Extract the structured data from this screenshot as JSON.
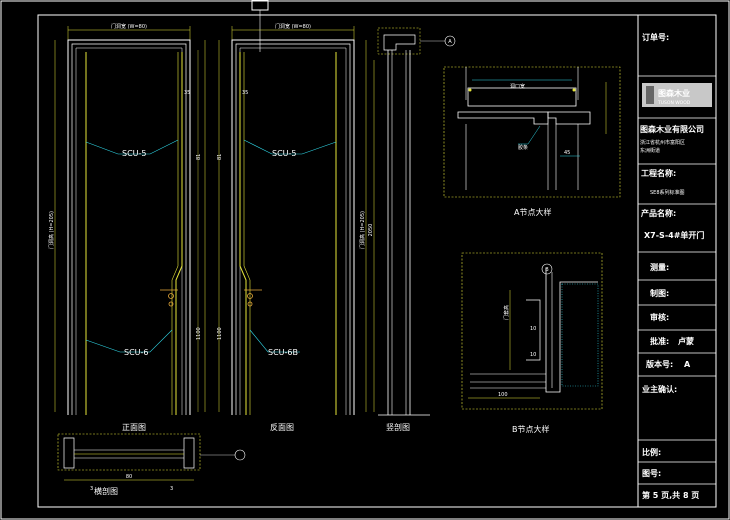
{
  "views": {
    "front": "正面图",
    "back": "反面图",
    "section": "竖剖图",
    "cross": "横剖图",
    "detail_a": "A节点大样",
    "detail_b": "B节点大样"
  },
  "callouts": {
    "scu5_left": "SCU-5",
    "scu5_right": "SCU-5",
    "scu6": "SCU-6",
    "scu6b": "SCU-6B",
    "marker_a": "A",
    "marker_b": "B",
    "detail_a_note": "胶条"
  },
  "dimensions": {
    "top_left": "门洞宽 (W=80)",
    "top_right": "门洞宽 (W=80)",
    "side_left": "门洞高 (H=205)",
    "side_right": "门洞高 (H=205)",
    "section_height": "2050",
    "cross_mid": "80",
    "cross_left": "3",
    "cross_right": "3"
  },
  "title_block": {
    "order_no": "订单号:",
    "logo_cn": "图森木业",
    "logo_en": "TUSON WOOD",
    "company": "图森木业有限公司",
    "address_1": "浙江省杭州市富阳区",
    "address_2": "东洲街道",
    "project_label": "工程名称:",
    "project_value": "SE8系列标准图",
    "product_label": "产品名称:",
    "product_value": "X7-S-4#单开门",
    "survey": "测量:",
    "drawn": "制图:",
    "checked": "审核:",
    "approved_label": "批准:",
    "approved_value": "卢蒙",
    "sheet_label": "版本号:",
    "sheet_value": "A",
    "owner_confirm": "业主确认:",
    "scale": "比例:",
    "drawing_no": "图号:",
    "page": "第 5 页,共 8 页"
  },
  "colors": {
    "frame": "#ffffff",
    "door_leaf": "#e6e63a",
    "leader": "#2fd8e8",
    "dimension": "#e6e63a",
    "detail_border": "#e6e63a",
    "logo_bg": "#c8c8c8"
  }
}
